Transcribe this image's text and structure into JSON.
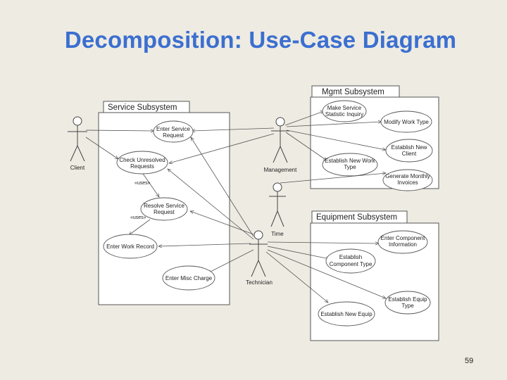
{
  "slide": {
    "title": "Decomposition: Use-Case Diagram",
    "page_number": "59"
  },
  "subsystems": {
    "service": "Service Subsystem",
    "mgmt": "Mgmt Subsystem",
    "equipment": "Equipment Subsystem"
  },
  "actors": {
    "client": "Client",
    "management": "Management",
    "time": "Time",
    "technician": "Technician"
  },
  "use_cases": {
    "enter_service_request": [
      "Enter Service",
      "Request"
    ],
    "check_unresolved_requests": [
      "Check Unresolved",
      "Requests"
    ],
    "resolve_service_request": [
      "Resolve Service",
      "Request"
    ],
    "enter_work_record": [
      "Enter Work Record"
    ],
    "enter_misc_charge": [
      "Enter Misc Charge"
    ],
    "make_service_statistic_inquiry": [
      "Make Service",
      "Statistic Inquiry"
    ],
    "modify_work_type": [
      "Modify Work Type"
    ],
    "establish_new_client": [
      "Establish New",
      "Client"
    ],
    "establish_new_work_type": [
      "Establish New Work",
      "Type"
    ],
    "generate_monthly_invoices": [
      "Generate Monthly",
      "Invoices"
    ],
    "enter_component_information": [
      "Enter Component",
      "Information"
    ],
    "establish_component_type": [
      "Establish",
      "Component Type"
    ],
    "establish_equip_type": [
      "Establish Equip",
      "Type"
    ],
    "establish_new_equip": [
      "Establish New Equip"
    ]
  },
  "relations": {
    "uses_1": "«uses»",
    "uses_2": "«uses»"
  }
}
